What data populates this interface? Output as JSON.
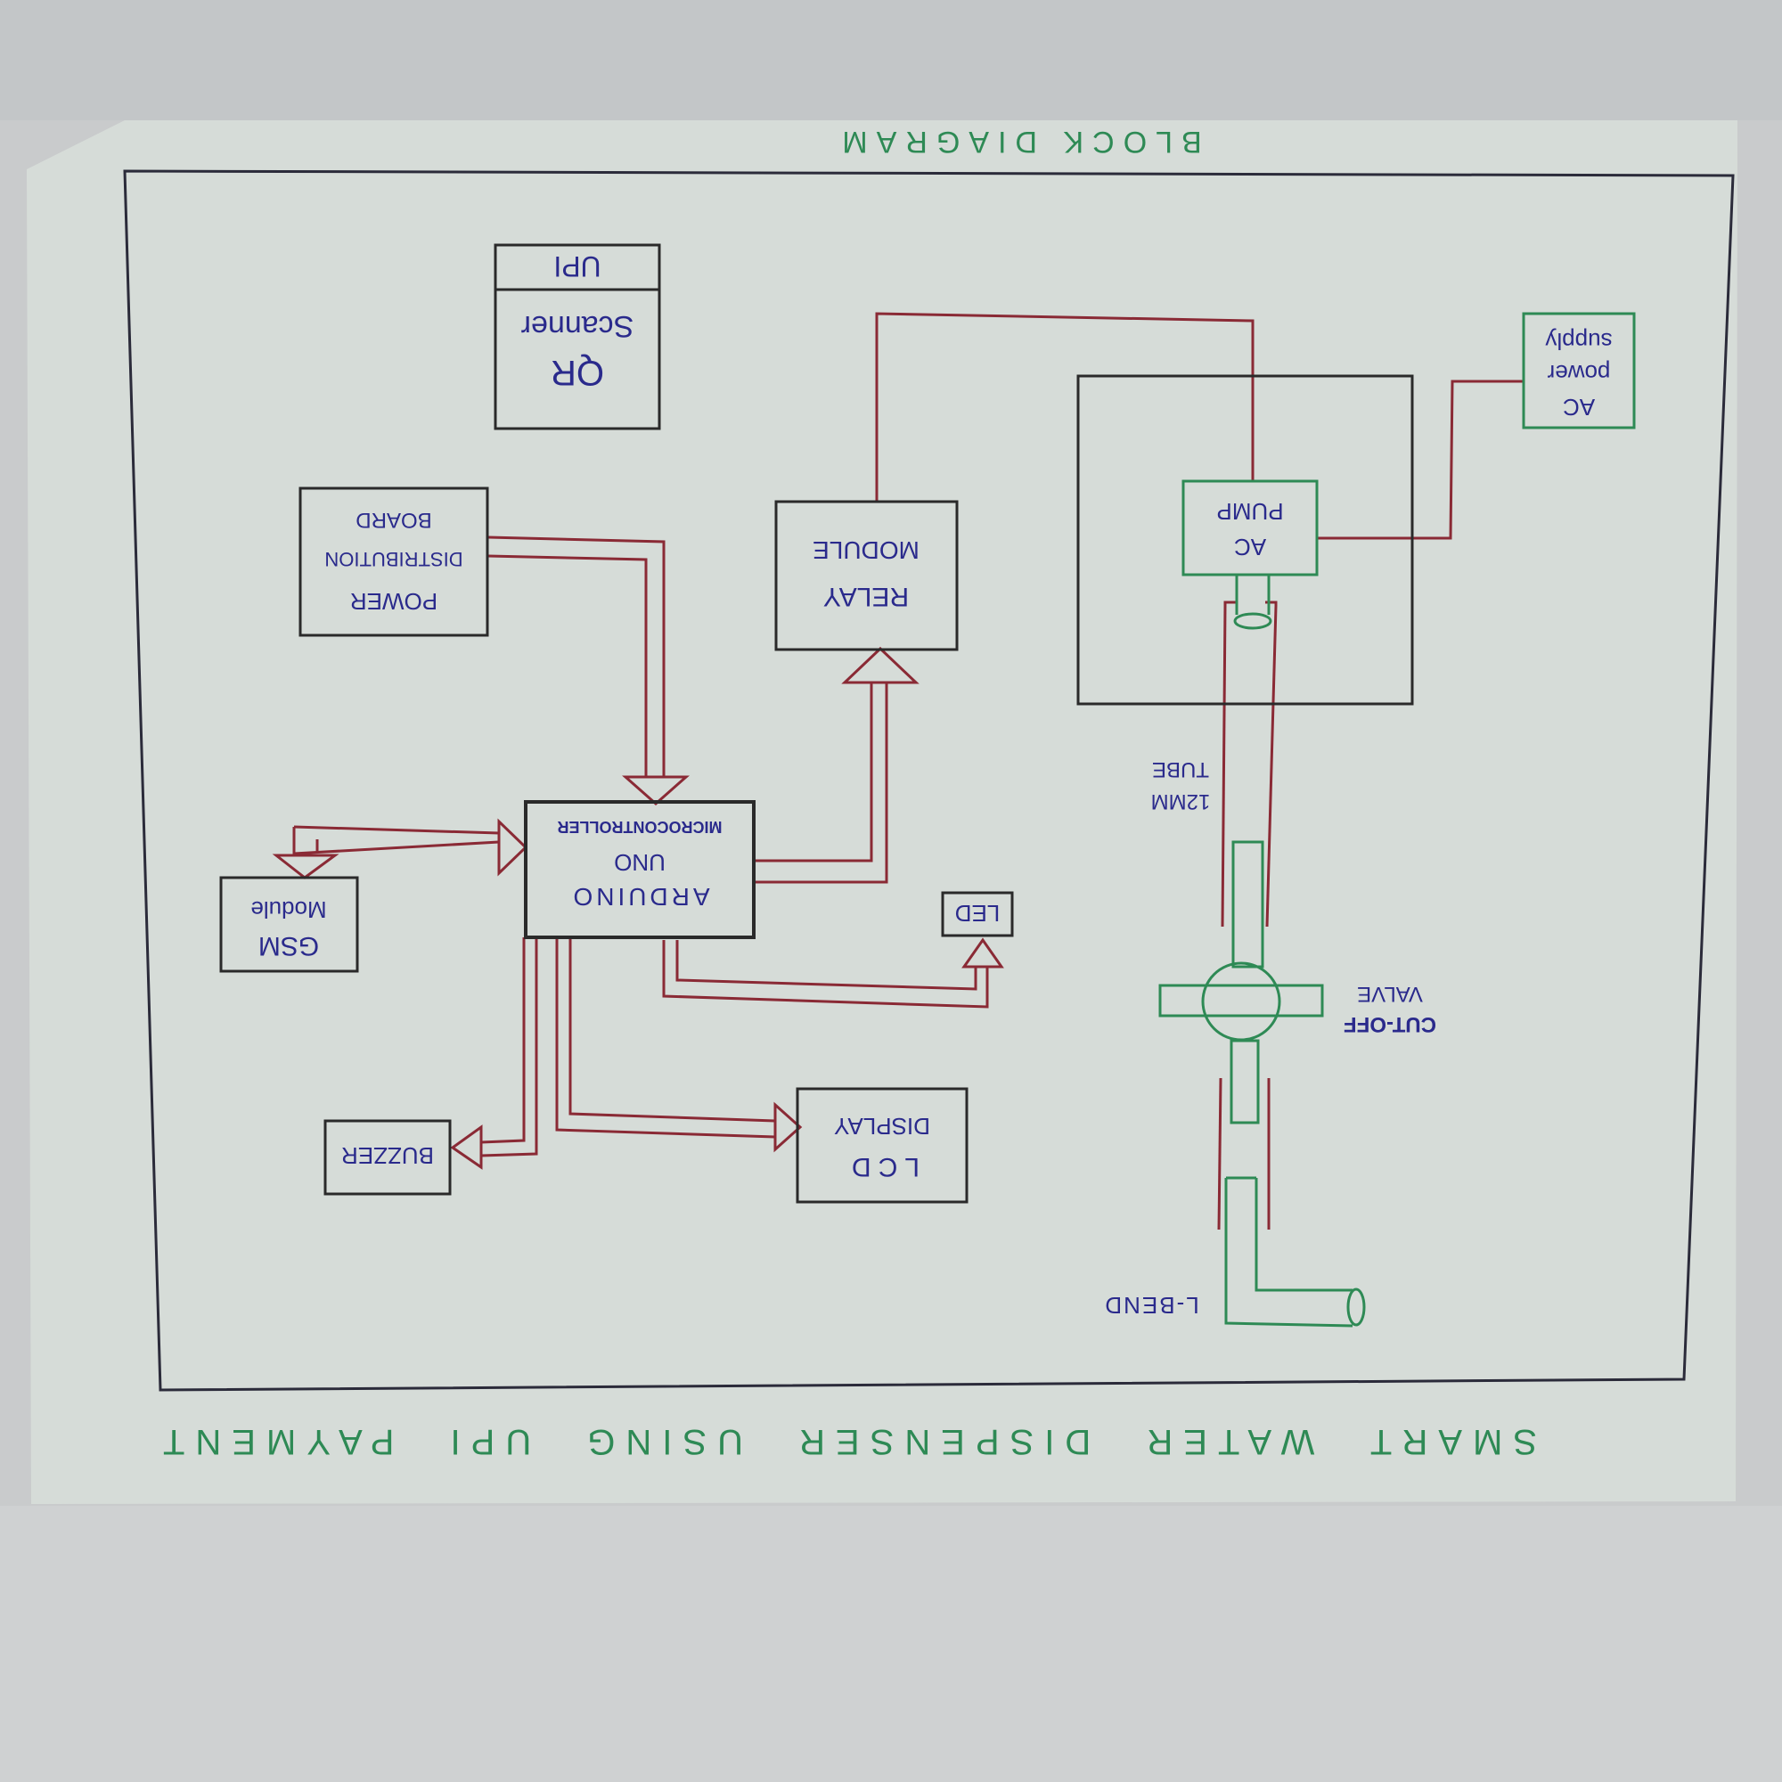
{
  "header": {
    "title": "BLOCK DIAGRAM"
  },
  "footer": {
    "title": "SMART WATER DISPENSER USING UPI PAYMENT"
  },
  "blocks": {
    "upi_header": "UPI",
    "qr_line1": "QR",
    "qr_line2": "Scanner",
    "pdb_line1": "POWER",
    "pdb_line2": "DISTRIBUTION",
    "pdb_line3": "BOARD",
    "relay_line1": "RELAY",
    "relay_line2": "MODULE",
    "ac_pump_line1": "AC",
    "ac_pump_line2": "PUMP",
    "ac_supply_line1": "AC",
    "ac_supply_line2": "power",
    "ac_supply_line3": "supply",
    "gsm_line1": "GSM",
    "gsm_line2": "Module",
    "arduino_line1": "ARDUINO",
    "arduino_line2": "UNO",
    "arduino_line3": "MICROCONTROLLER",
    "led": "LED",
    "lcd_line1": "LCD",
    "lcd_line2": "DISPLAY",
    "buzzer": "BUZZER"
  },
  "labels": {
    "tube_line1": "12MM",
    "tube_line2": "TUBE",
    "valve_line1": "CUT-OFF",
    "valve_line2": "VALVE",
    "lbend": "L-BEND"
  },
  "colors": {
    "paper": "#d7ddd8",
    "frame": "#2b2b3a",
    "ink_blue": "#2a2a8c",
    "ink_green": "#2e8a55",
    "ink_red": "#8a2a35",
    "box": "#2a2a2a"
  }
}
